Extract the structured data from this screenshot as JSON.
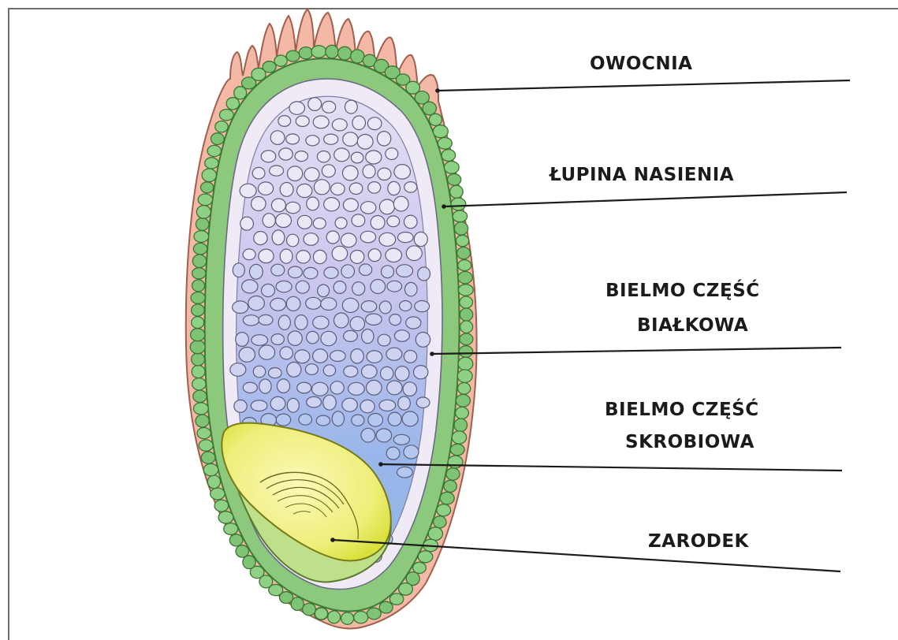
{
  "labels": {
    "owocnia": "OWOCNIA",
    "lupina": "ŁUPINA NASIENIA",
    "bialkowa_1": "BIELMO CZĘŚĆ",
    "bialkowa_2": "BIAŁKOWA",
    "skrobiowa_1": "BIELMO CZĘŚĆ",
    "skrobiowa_2": "SKROBIOWA",
    "zarodek": "ZARODEK"
  },
  "colors": {
    "pericarp": "#f4b8a6",
    "pericarp_outline": "#a0604d",
    "seed_coat_cells": "#7fc474",
    "aleurone": "#ece6f4",
    "endosperm_top": "#d6cfee",
    "endosperm_bottom": "#8db0ea",
    "embryo": "#f1f07a",
    "embryo_shield": "#d9e43c",
    "leader_line": "#1c1c1c"
  }
}
